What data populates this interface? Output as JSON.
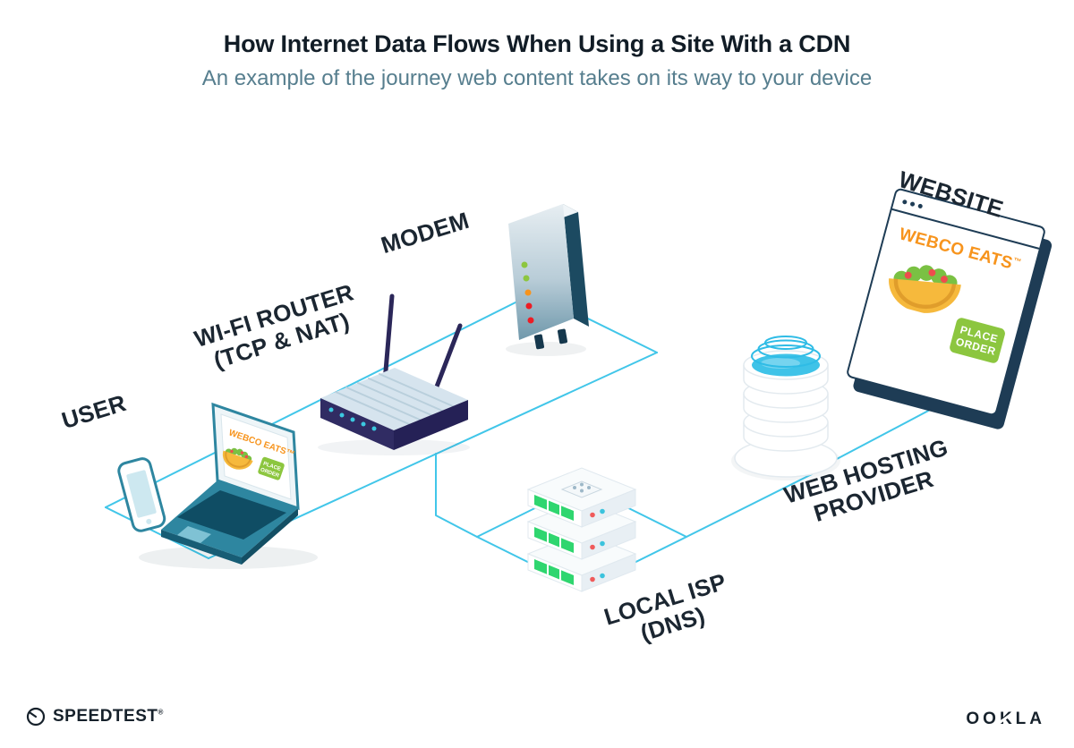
{
  "header": {
    "title": "How Internet Data Flows When Using a Site With a CDN",
    "subtitle": "An example of the journey web content takes on its way to your device"
  },
  "nodes": {
    "user": {
      "label": "USER"
    },
    "wifi_router": {
      "label": "WI-FI ROUTER",
      "sublabel": "(TCP & NAT)"
    },
    "modem": {
      "label": "MODEM"
    },
    "local_isp": {
      "label": "LOCAL ISP",
      "sublabel": "(DNS)"
    },
    "web_hosting": {
      "label": "WEB HOSTING",
      "sublabel": "PROVIDER"
    },
    "website": {
      "label": "WEBSITE"
    }
  },
  "website_screen": {
    "brand": "WEBCO EATS",
    "trademark": "™",
    "button_line1": "PLACE",
    "button_line2": "ORDER"
  },
  "laptop_screen": {
    "brand": "WEBCO EATS™"
  },
  "footer": {
    "speedtest": "SPEEDTEST",
    "speedtest_mark": "®",
    "ookla": "OOKLA"
  },
  "colors": {
    "connection_line": "#41c6e9",
    "brand_orange": "#f7941d",
    "button_green": "#8cc63f",
    "router_indigo": "#302c63",
    "device_teal": "#2e86a0",
    "server_led_green": "#2fd66f",
    "modem_led_colors": [
      "#8dc63f",
      "#8dc63f",
      "#f7941d",
      "#ed1c24",
      "#ed1c24"
    ],
    "title_text": "#111c26",
    "subtitle_text": "#567e8e"
  }
}
